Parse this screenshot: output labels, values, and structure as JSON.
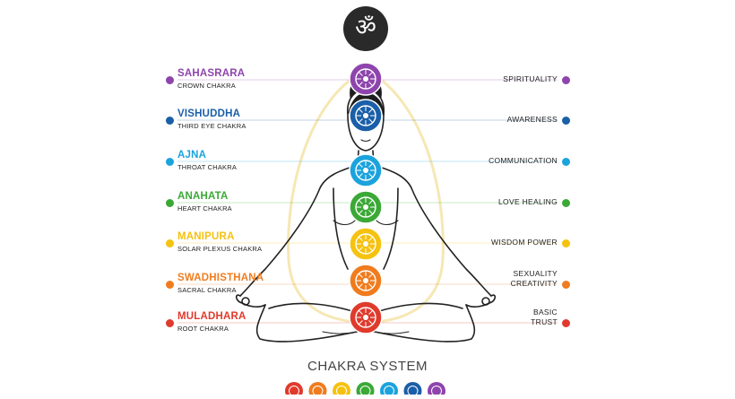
{
  "symbol": {
    "glyph": "ॐ",
    "icon": "om-icon",
    "color": "#2a2a2a"
  },
  "title": "CHAKRA SYSTEM",
  "chakras": [
    {
      "name": "SAHASRARA",
      "sub": "CROWN CHAKRA",
      "quality": [
        "SPIRITUALITY"
      ],
      "color": "#8e44ad"
    },
    {
      "name": "VISHUDDHA",
      "sub": "THIRD EYE CHAKRA",
      "quality": [
        "AWARENESS"
      ],
      "color": "#1a5fa8"
    },
    {
      "name": "AJNA",
      "sub": "THROAT CHAKRA",
      "quality": [
        "COMMUNICATION"
      ],
      "color": "#1ba3dd"
    },
    {
      "name": "ANAHATA",
      "sub": "HEART CHAKRA",
      "quality": [
        "LOVE HEALING"
      ],
      "color": "#3aa935"
    },
    {
      "name": "MANIPURA",
      "sub": "SOLAR PLEXUS CHAKRA",
      "quality": [
        "WISDOM POWER"
      ],
      "color": "#f5c20f"
    },
    {
      "name": "SWADHISTHANA",
      "sub": "SACRAL CHAKRA",
      "quality": [
        "SEXUALITY",
        "CREATIVITY"
      ],
      "color": "#f07c1e"
    },
    {
      "name": "MULADHARA",
      "sub": "ROOT  CHAKRA",
      "quality": [
        "BASIC",
        "TRUST"
      ],
      "color": "#e03a2c"
    }
  ]
}
